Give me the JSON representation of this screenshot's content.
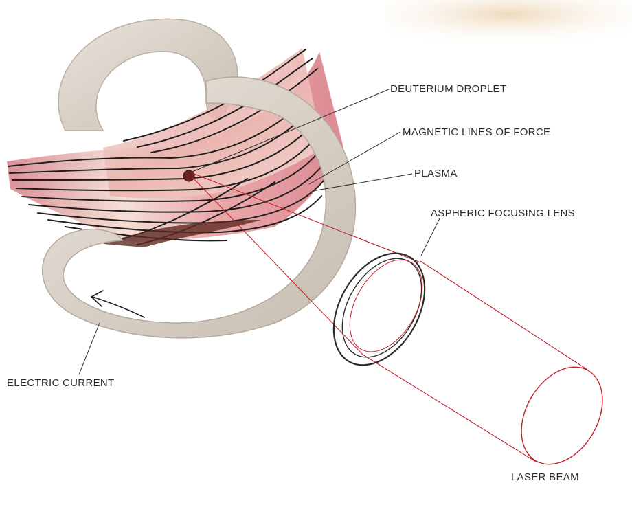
{
  "labels": {
    "deuterium_droplet": "DEUTERIUM DROPLET",
    "magnetic_lines": "MAGNETIC LINES OF FORCE",
    "plasma": "PLASMA",
    "aspheric_lens": "ASPHERIC FOCUSING LENS",
    "electric_current": "ELECTRIC CURRENT",
    "laser_beam": "LASER BEAM"
  },
  "colors": {
    "coil": "#ddd6cc",
    "plasma_pink": "#e69aa0",
    "plasma_light": "#f7e6da",
    "laser_line": "#c0202a",
    "field_line": "#1e1e1e",
    "text": "#2a2a2a",
    "paper_texture": "#efd8b8"
  },
  "icons": [
    "arrow-left-icon"
  ]
}
